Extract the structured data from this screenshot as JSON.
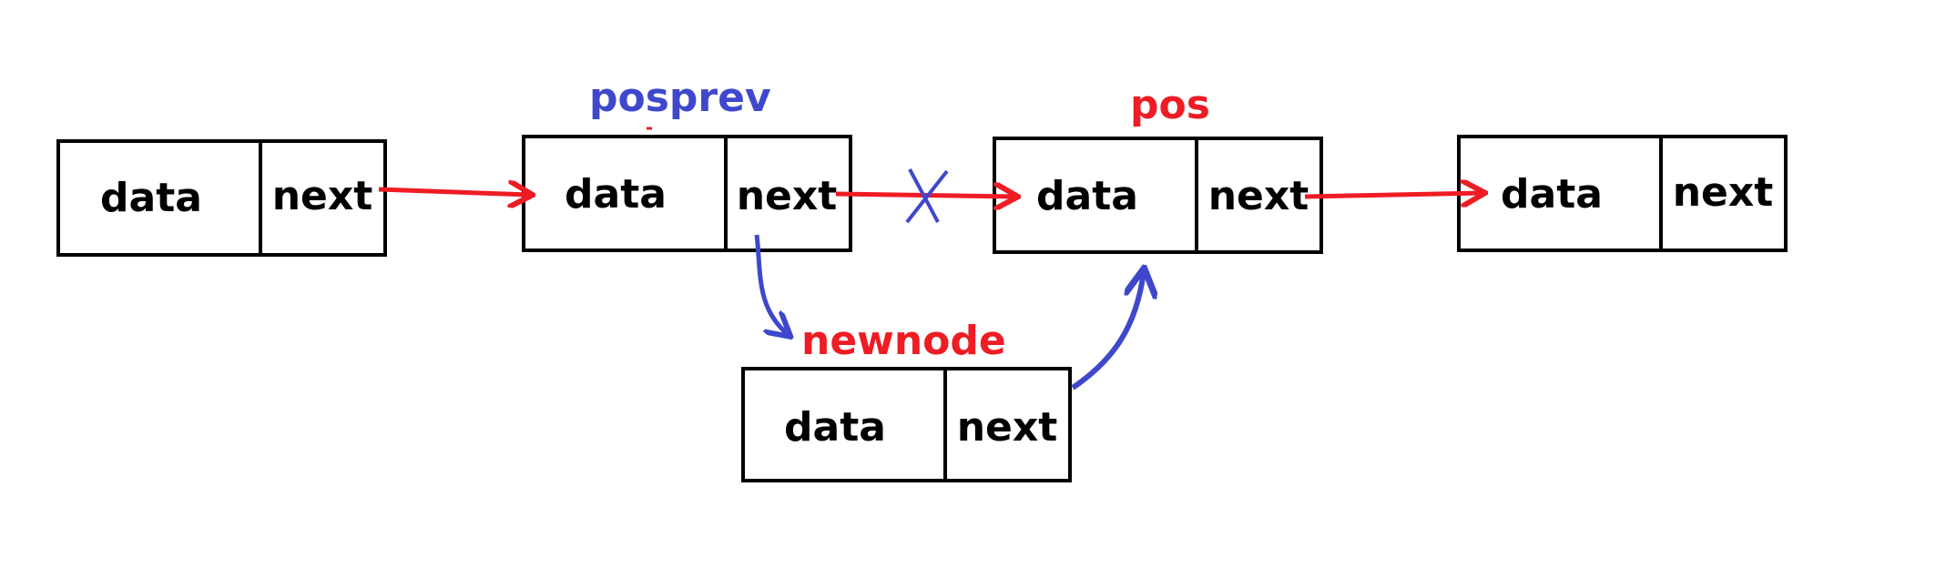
{
  "nodes": [
    {
      "data_label": "data",
      "next_label": "next"
    },
    {
      "data_label": "data",
      "next_label": "next"
    },
    {
      "data_label": "data",
      "next_label": "next"
    },
    {
      "data_label": "data",
      "next_label": "next"
    },
    {
      "data_label": "data",
      "next_label": "next"
    }
  ],
  "labels": {
    "posprev": "posprev",
    "pos": "pos",
    "newnode": "newnode"
  },
  "colors": {
    "red": "#ee1c24",
    "blue": "#3f48cc",
    "black": "#000000"
  }
}
